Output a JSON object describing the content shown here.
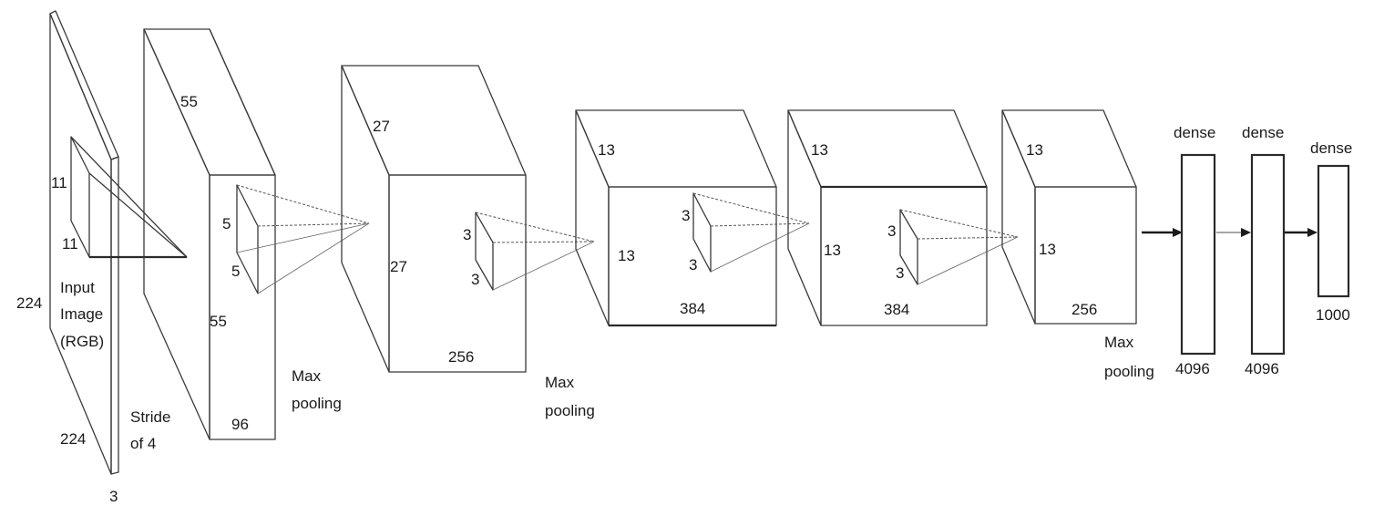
{
  "input": {
    "label": "Input Image (RGB)",
    "label_lines": [
      "Input",
      "Image",
      "(RGB)"
    ],
    "height": "224",
    "width": "224",
    "channels": "3",
    "kernel_h": "11",
    "kernel_w": "11",
    "stride": "Stride of 4",
    "stride_lines": [
      "Stride",
      "of 4"
    ]
  },
  "conv1": {
    "depth_top": "55",
    "height": "55",
    "channels": "96",
    "kernel_h": "5",
    "kernel_w": "5"
  },
  "pool1": {
    "label_lines": [
      "Max",
      "pooling"
    ]
  },
  "conv2": {
    "depth_top": "27",
    "height": "27",
    "channels": "256",
    "kernel_h": "3",
    "kernel_w": "3"
  },
  "pool2": {
    "label_lines": [
      "Max",
      "pooling"
    ]
  },
  "conv3": {
    "depth_top": "13",
    "height": "13",
    "channels": "384",
    "kernel_h": "3",
    "kernel_w": "3"
  },
  "conv4": {
    "depth_top": "13",
    "height": "13",
    "channels": "384",
    "kernel_h": "3",
    "kernel_w": "3"
  },
  "conv5": {
    "depth_top": "13",
    "height": "13",
    "channels": "256"
  },
  "pool3": {
    "label_lines": [
      "Max",
      "pooling"
    ]
  },
  "dense1": {
    "label": "dense",
    "units": "4096"
  },
  "dense2": {
    "label": "dense",
    "units": "4096"
  },
  "dense3": {
    "label": "dense",
    "units": "1000"
  }
}
